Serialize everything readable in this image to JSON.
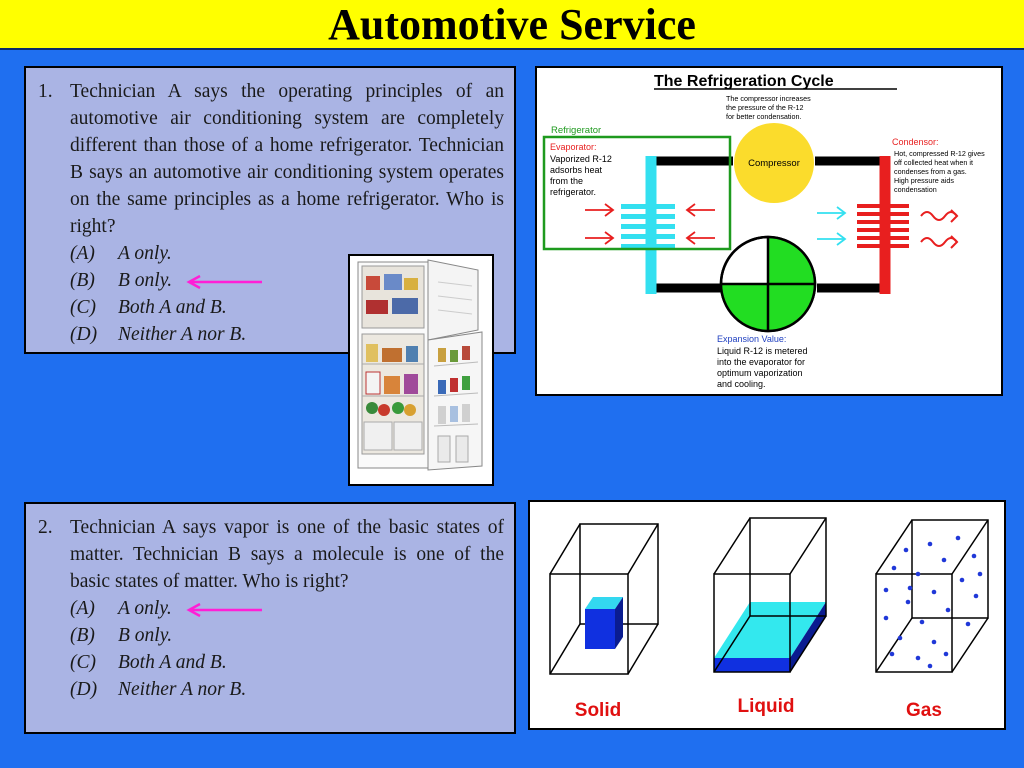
{
  "header": {
    "title": "Automotive Service"
  },
  "question1": {
    "number": "1.",
    "text": "Technician A says the operating principles of an automotive air conditioning system are completely different than those of a home refrigerator. Technician B says an automotive air conditioning system operates on the same principles as a home refrigerator. Who is right?",
    "options": [
      {
        "letter": "(A)",
        "text": "A only."
      },
      {
        "letter": "(B)",
        "text": "B only."
      },
      {
        "letter": "(C)",
        "text": "Both A and B."
      },
      {
        "letter": "(D)",
        "text": "Neither A nor B."
      }
    ],
    "marked_answer": "(B)"
  },
  "question2": {
    "number": "2.",
    "text": "Technician A says vapor is one of the basic states of matter. Technician B says a molecule is one of the basic states of matter. Who is right?",
    "options": [
      {
        "letter": "(A)",
        "text": "A only."
      },
      {
        "letter": "(B)",
        "text": "B only."
      },
      {
        "letter": "(C)",
        "text": "Both A and B."
      },
      {
        "letter": "(D)",
        "text": "Neither A nor B."
      }
    ],
    "marked_answer": "(A)"
  },
  "refrigeration_cycle": {
    "title": "The Refrigeration Cycle",
    "compressor_note": [
      "The compressor increases",
      "the pressure of the R-12",
      "for better condensation."
    ],
    "compressor_label": "Compressor",
    "refrigerator_label": "Refrigerator",
    "evaporator_heading": "Evaporator:",
    "evaporator_text": [
      "Vaporized R-12",
      "adsorbs heat",
      "from the",
      "refrigerator."
    ],
    "condensor_heading": "Condensor:",
    "condensor_text": [
      "Hot, compressed R-12 gives",
      "off collected heat when it",
      "condenses from a gas.",
      "High pressure aids",
      "condensation"
    ],
    "expansion_heading": "Expansion Value:",
    "expansion_text": [
      "Liquid R-12 is metered",
      "into the evaporator for",
      "optimum vaporization",
      "and cooling."
    ]
  },
  "states_of_matter": {
    "solid_label": "Solid",
    "liquid_label": "Liquid",
    "gas_label": "Gas"
  },
  "colors": {
    "background": "#1f6ff0",
    "title_bar": "#ffff00",
    "question_box": "#aab4e4",
    "answer_arrow": "#ff1fd6",
    "cold_side": "#33e0f0",
    "hot_side": "#e81f1f",
    "compressor": "#fbdc2c",
    "expansion_valve": "#22dd22",
    "evaporator_box": "#1e9a1e",
    "solid": "#1030e0",
    "liquid": "#33e8ee",
    "gas_particles": "#2038d8",
    "state_labels": "#e01010"
  },
  "icons": {
    "answer_marker": "arrow-left-icon",
    "heat_emission": "heat-wave-icon"
  }
}
